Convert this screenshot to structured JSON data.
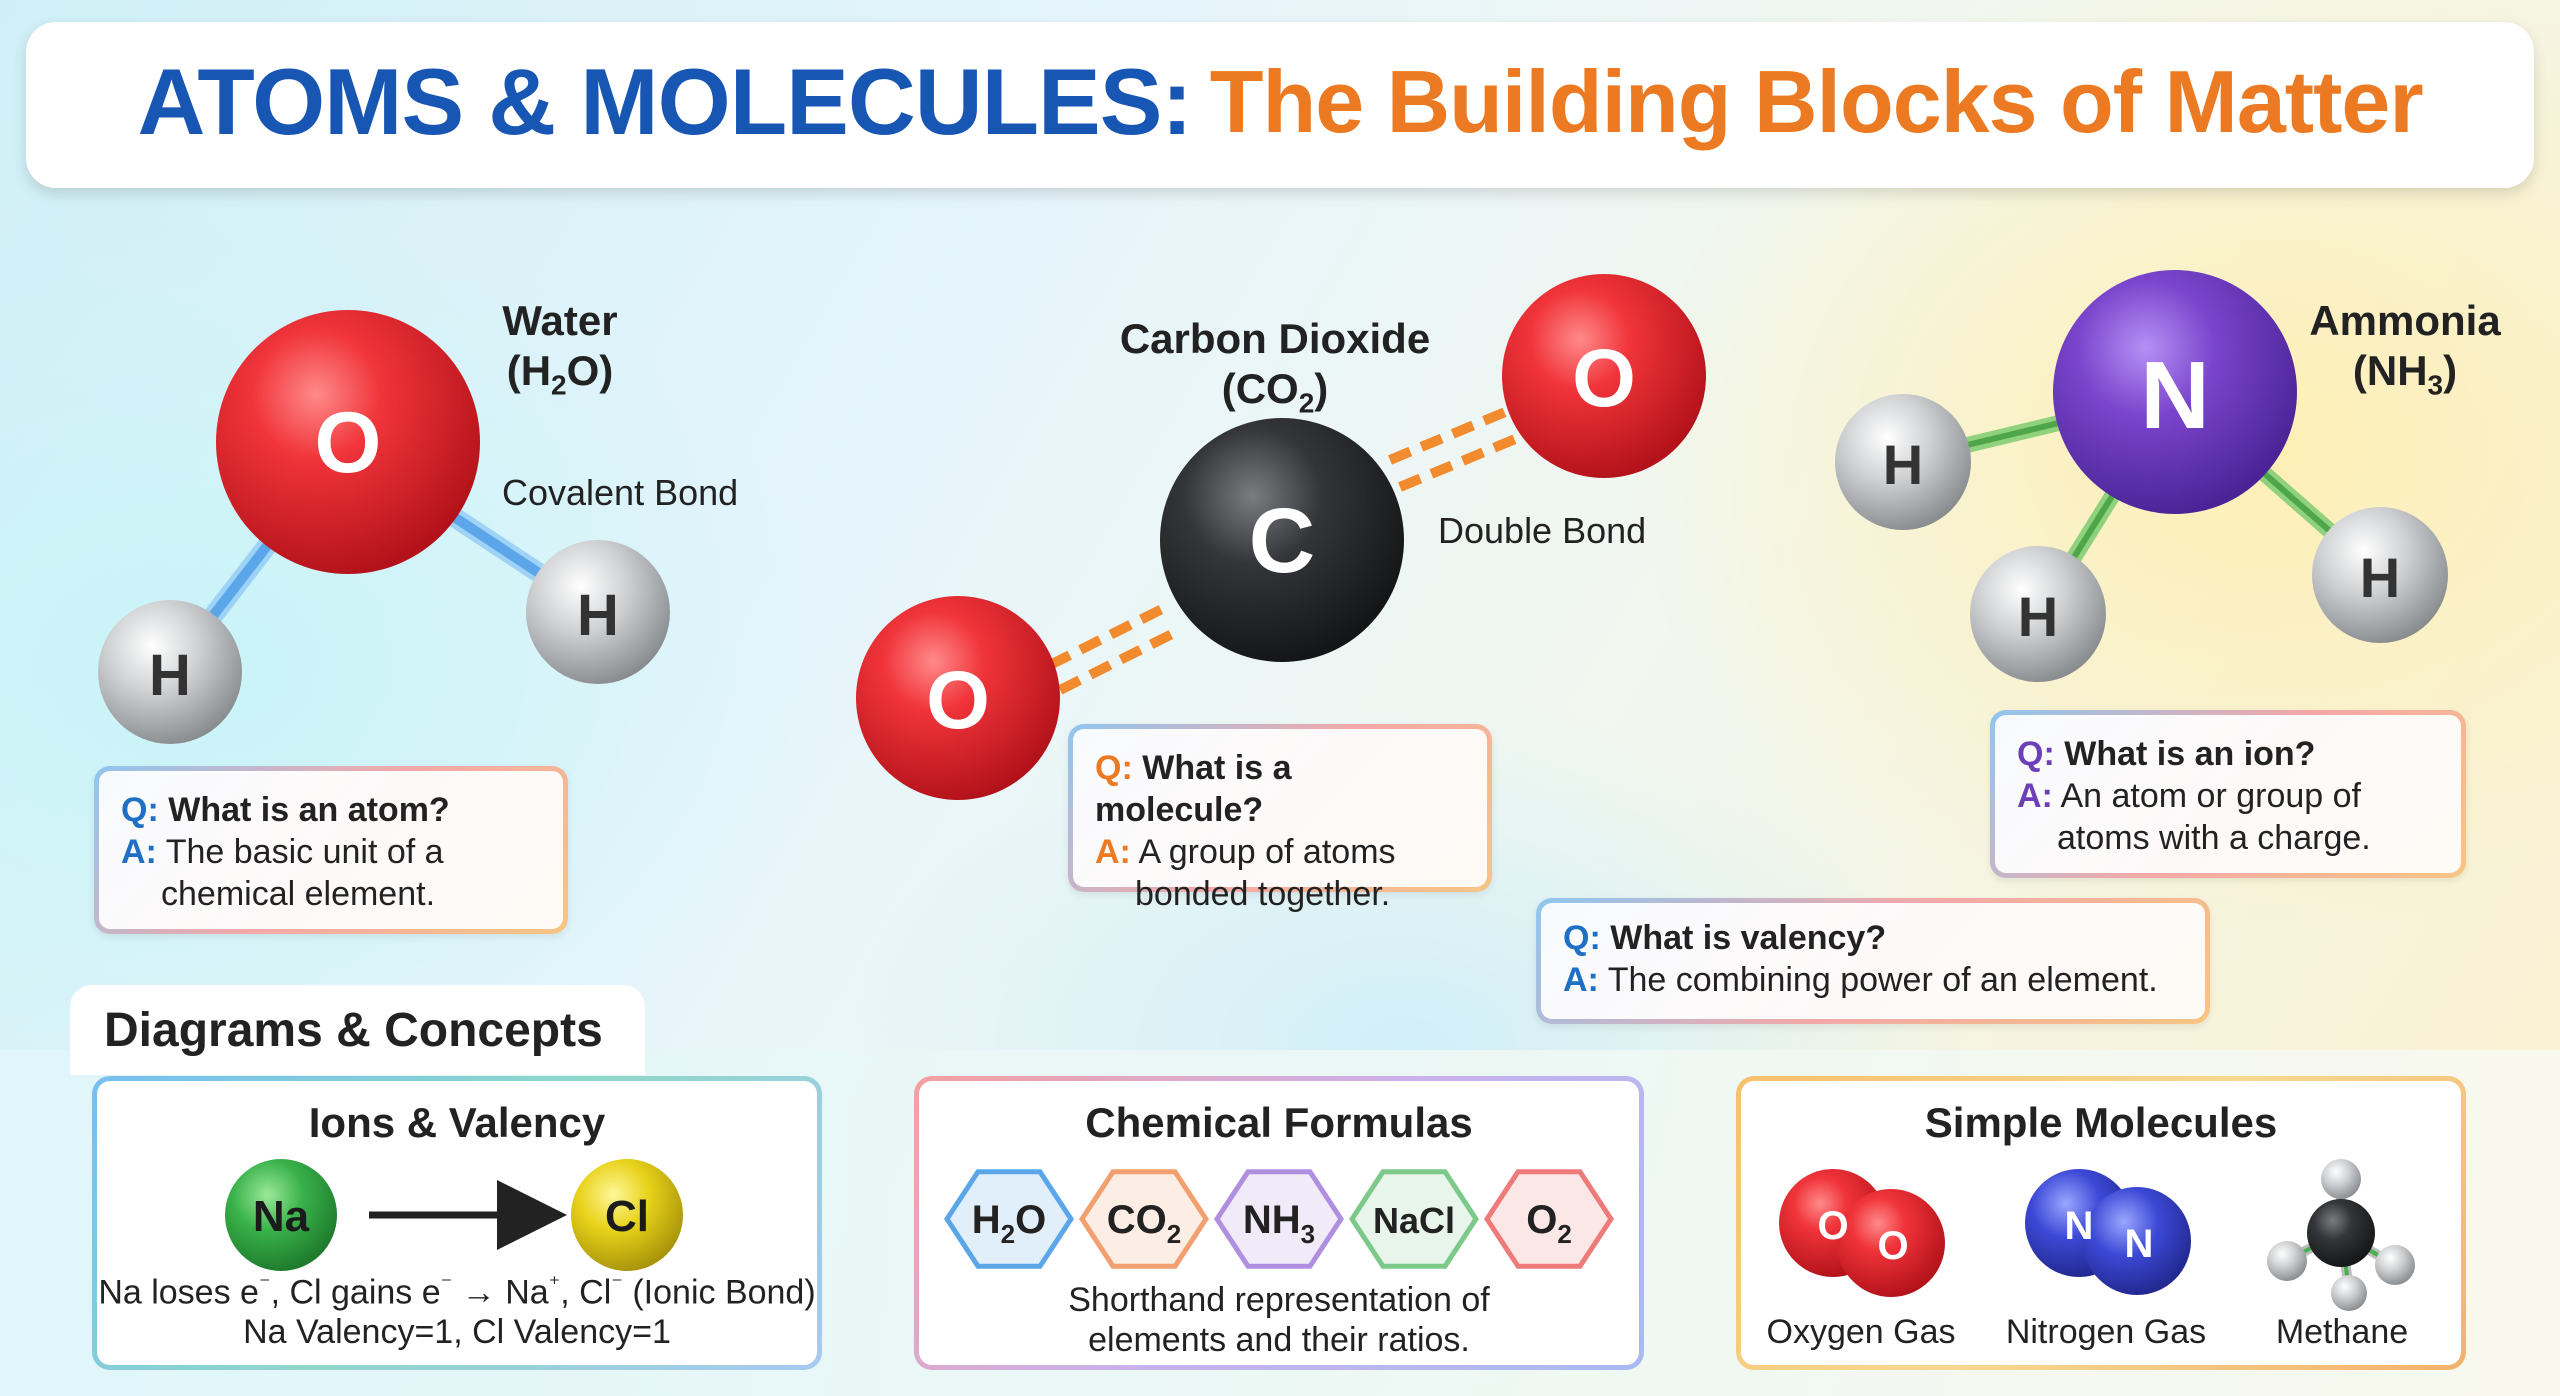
{
  "title": {
    "main": "ATOMS & MOLECULES:",
    "sub": "The Building Blocks of Matter"
  },
  "molecules": {
    "water": {
      "name": "Water",
      "formula": "H",
      "formula_sub": "2",
      "formula_tail": "O",
      "bond_label": "Covalent Bond",
      "atoms": {
        "o": "O",
        "h1": "H",
        "h2": "H"
      }
    },
    "co2": {
      "name": "Carbon Dioxide",
      "formula": "CO",
      "formula_sub": "2",
      "bond_label": "Double Bond",
      "atoms": {
        "c": "C",
        "o1": "O",
        "o2": "O"
      }
    },
    "ammonia": {
      "name": "Ammonia",
      "formula": "NH",
      "formula_sub": "3",
      "atoms": {
        "n": "N",
        "h1": "H",
        "h2": "H",
        "h3": "H"
      }
    }
  },
  "qa": {
    "atom": {
      "q_key": "Q:",
      "q": "What is an atom?",
      "a_key": "A:",
      "a": "The basic unit of a chemical element."
    },
    "molecule": {
      "q_key": "Q:",
      "q": "What is a molecule?",
      "a_key": "A:",
      "a": "A group of atoms bonded together."
    },
    "ion": {
      "q_key": "Q:",
      "q": "What is an ion?",
      "a_key": "A:",
      "a": "An atom or group of atoms with a charge."
    },
    "valency": {
      "q_key": "Q:",
      "q": "What is valency?",
      "a_key": "A:",
      "a": "The combining power of an element."
    }
  },
  "section_title": "Diagrams & Concepts",
  "ions_valency": {
    "title": "Ions & Valency",
    "atom_left": "Na",
    "atom_right": "Cl",
    "line1_a": "Na loses e",
    "line1_b": "⁻",
    "line1_c": ", Cl gains e",
    "line1_d": "⁻",
    "line1_e": " → Na",
    "line1_f": "⁺",
    "line1_g": ", Cl",
    "line1_h": "⁻",
    "line1_i": " (Ionic Bond)",
    "line2": "Na Valency=1, Cl Valency=1"
  },
  "formulas": {
    "title": "Chemical Formulas",
    "items": [
      {
        "base": "H",
        "sub": "2",
        "tail": "O",
        "color": "#5aa6e8"
      },
      {
        "base": "CO",
        "sub": "2",
        "tail": "",
        "color": "#f2a070"
      },
      {
        "base": "NH",
        "sub": "3",
        "tail": "",
        "color": "#b08ee0"
      },
      {
        "base": "NaCl",
        "sub": "",
        "tail": "",
        "color": "#7cc98a"
      },
      {
        "base": "O",
        "sub": "2",
        "tail": "",
        "color": "#ef7a7a"
      }
    ],
    "caption1": "Shorthand representation of",
    "caption2": "elements and their ratios."
  },
  "simple_molecules": {
    "title": "Simple Molecules",
    "oxygen": {
      "label": "Oxygen Gas",
      "atom": "O"
    },
    "nitrogen": {
      "label": "Nitrogen Gas",
      "atom": "N"
    },
    "methane": {
      "label": "Methane"
    }
  },
  "colors": {
    "title_blue": "#1756b2",
    "title_orange": "#ec7a22",
    "oxygen_red": "#e0262b",
    "hydrogen_gray": "#c5c7c9",
    "carbon_dark": "#2f3032",
    "nitrogen_purple": "#7a45cc",
    "qa_blue": "#1f6fc4",
    "qa_orange": "#ec7a22",
    "qa_purple": "#6c3fb8"
  }
}
